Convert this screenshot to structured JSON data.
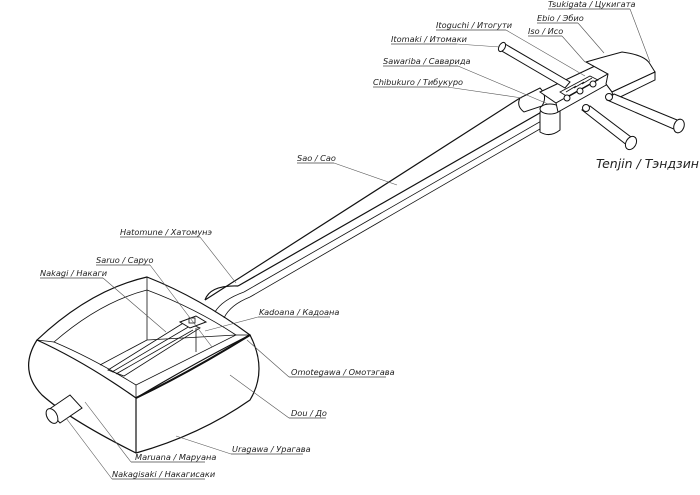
{
  "diagram": {
    "subject": "Shamisen",
    "title_label": "Tenjin / Тэндзин",
    "labels": [
      {
        "id": "tsukigata",
        "text": "Tsukigata / Цукигата"
      },
      {
        "id": "ebio",
        "text": "Ebio / Эбио"
      },
      {
        "id": "iso",
        "text": "Iso / Исо"
      },
      {
        "id": "itoguchi",
        "text": "Itoguchi / Итогути"
      },
      {
        "id": "itomaki",
        "text": "Itomaki / Итомаки"
      },
      {
        "id": "sawariba",
        "text": "Sawariba / Саварида"
      },
      {
        "id": "chibukuro",
        "text": "Chibukuro / Тибукуро"
      },
      {
        "id": "sao",
        "text": "Sao / Сао"
      },
      {
        "id": "hatomune",
        "text": "Hatomune / Хатомунэ"
      },
      {
        "id": "saruo",
        "text": "Saruo / Саруо"
      },
      {
        "id": "nakagi",
        "text": "Nakagi / Накаги"
      },
      {
        "id": "kadoana",
        "text": "Kadoana / Кадоана"
      },
      {
        "id": "omotegawa",
        "text": "Omotegawa / Омотэгава"
      },
      {
        "id": "dou",
        "text": "Dou / До"
      },
      {
        "id": "uragawa",
        "text": "Uragawa / Урагава"
      },
      {
        "id": "maruana",
        "text": "Maruana / Маруана"
      },
      {
        "id": "nakagisaki",
        "text": "Nakagisaki / Накагисаки"
      }
    ]
  }
}
